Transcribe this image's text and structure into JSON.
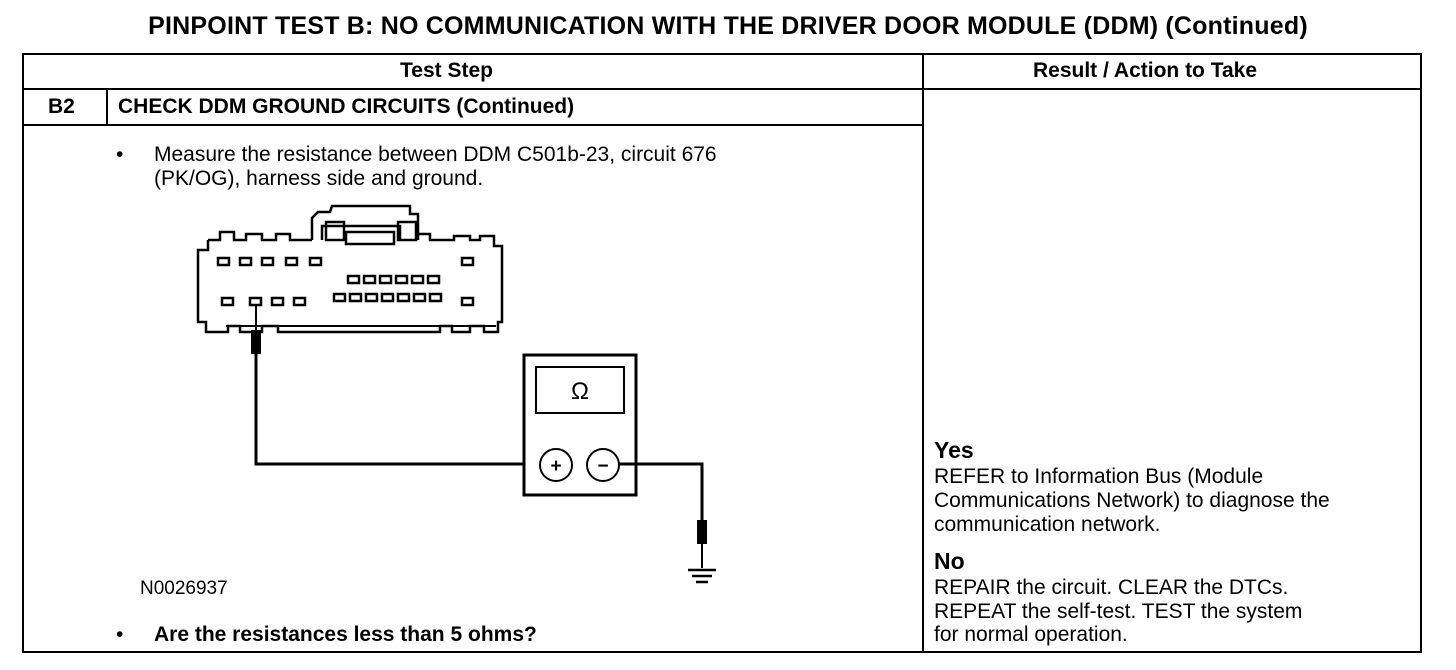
{
  "page_title": "PINPOINT TEST B: NO COMMUNICATION WITH THE DRIVER DOOR MODULE (DDM) (Continued)",
  "table": {
    "col_test_step": "Test Step",
    "col_result": "Result / Action to Take",
    "step_id": "B2",
    "step_title": "CHECK DDM GROUND CIRCUITS (Continued)",
    "instruction_line1": "Measure the resistance between DDM C501b-23, circuit 676",
    "instruction_line2": "(PK/OG), harness side and ground.",
    "bullet": "•",
    "figure_id": "N0026937",
    "question": "Are the resistances less than 5 ohms?",
    "meter_symbol": "Ω",
    "plus_symbol": "+",
    "minus_symbol": "−",
    "yes_label": "Yes",
    "yes_line1": "REFER to Information Bus (Module",
    "yes_line2": "Communications Network) to diagnose the",
    "yes_line3": "communication network.",
    "no_label": "No",
    "no_line1": "REPAIR the circuit. CLEAR the DTCs.",
    "no_line2": "REPEAT the self-test. TEST the system",
    "no_line3": "for normal operation."
  }
}
